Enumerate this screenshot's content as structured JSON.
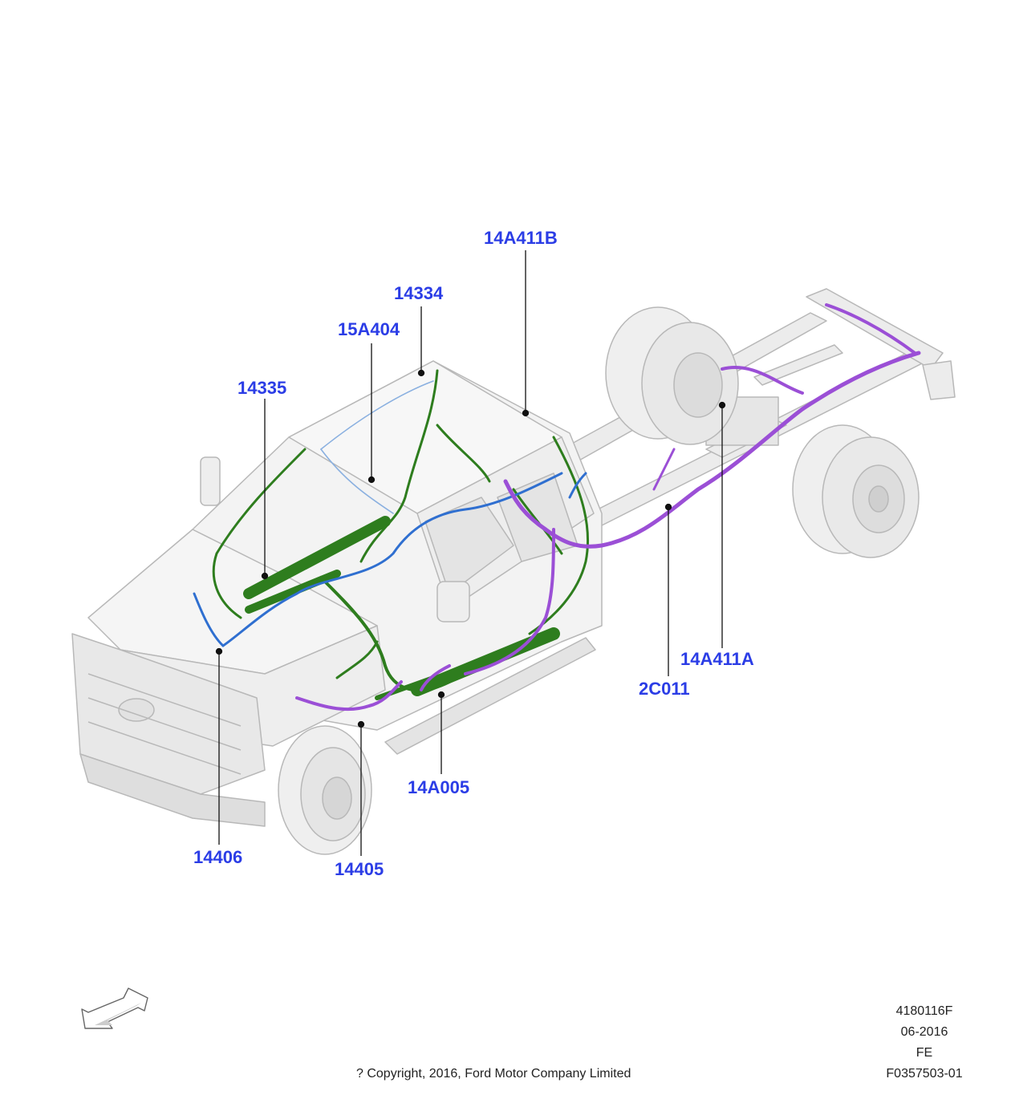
{
  "callouts": {
    "c14A411B": "14A411B",
    "c14334": "14334",
    "c15A404": "15A404",
    "c14335": "14335",
    "c14A411A": "14A411A",
    "c2C011": "2C011",
    "c14A005": "14A005",
    "c14406": "14406",
    "c14405": "14405"
  },
  "footer": {
    "code": "4180116F",
    "date": "06-2016",
    "region": "FE",
    "figure_id": "F0357503-01",
    "copyright": "? Copyright, 2016, Ford Motor Company Limited"
  },
  "colors": {
    "callout_text": "#2b3de6",
    "harness_green": "#2e7d1e",
    "harness_blue": "#2f6fd0",
    "harness_purple": "#9b4fd6",
    "vehicle_line": "#b8b8b8",
    "vehicle_fill": "#f2f2f2"
  },
  "icons": {
    "direction_arrow": "front-direction-arrow-icon"
  }
}
